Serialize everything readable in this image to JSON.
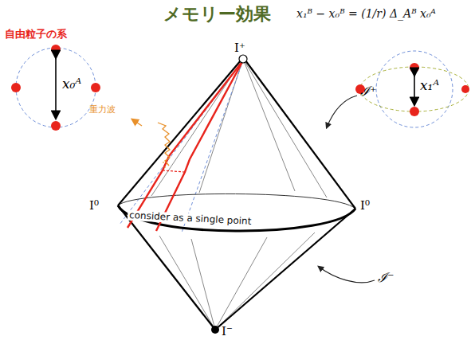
{
  "diagram": {
    "title": "メモリー効果",
    "labels": [
      "x₁ᴮ − x₀ᴮ = (1/r) Δ_Aᴮ x₀ᴬ",
      "自由粒子の系",
      "x₀ᴬ",
      "x₁ᴬ",
      "重力波",
      "I⁺",
      "I⁰",
      "I⁰",
      "I⁻",
      "ℐ⁺",
      "ℐ⁻",
      "consider as a single point"
    ]
  }
}
